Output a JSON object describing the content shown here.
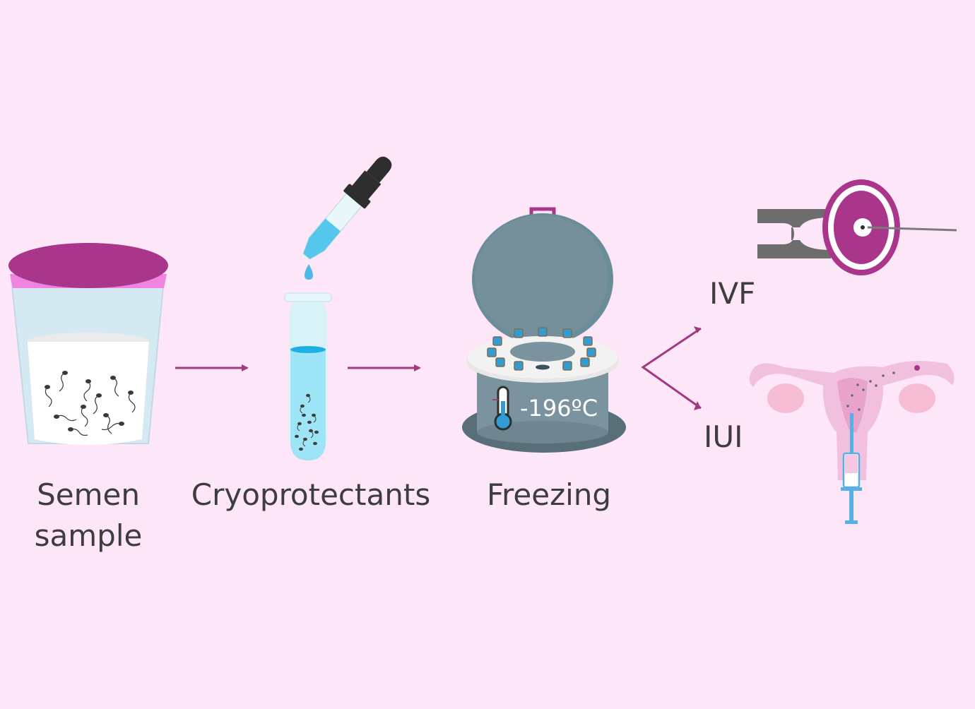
{
  "labels": {
    "semen_line1": "Semen",
    "semen_line2": "sample",
    "cryoprotectants": "Cryoprotectants",
    "freezing": "Freezing",
    "temperature": "-196ºC",
    "ivf": "IVF",
    "iui": "IUI"
  },
  "colors": {
    "background": "#fde6f8",
    "arrow": "#a2397f",
    "lid": "#a9368b",
    "liquid": "#55c6ec",
    "text": "#3d3d3d"
  },
  "icons": {
    "step1": "semen-cup-icon",
    "step2": "test-tube-dropper-icon",
    "step3": "cryo-tank-icon",
    "outcome1": "ivf-injection-icon",
    "outcome2": "uterus-insemination-icon"
  }
}
